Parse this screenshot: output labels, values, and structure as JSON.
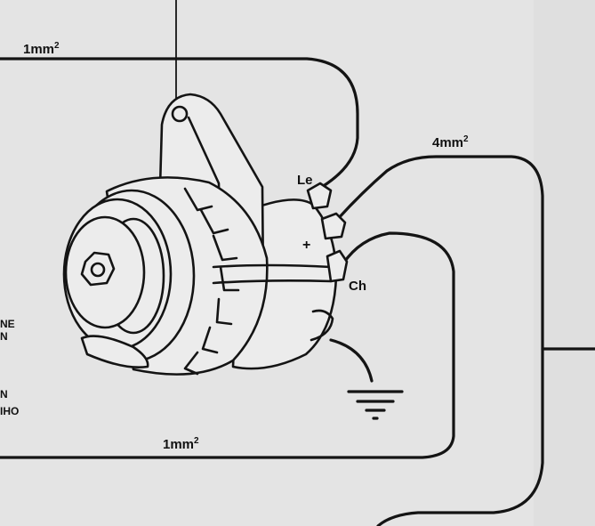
{
  "labels": {
    "wire_top": "1mm",
    "wire_right": "4mm",
    "wire_bottom": "1mm",
    "superscript": "2",
    "terminal_le": "Le",
    "terminal_plus": "+",
    "terminal_ch": "Ch",
    "left_text_1": "NE",
    "left_text_2": "N",
    "left_text_3": "N",
    "left_text_4": "IHO"
  },
  "colors": {
    "ink": "#141414",
    "paper": "#e4e4e4"
  }
}
